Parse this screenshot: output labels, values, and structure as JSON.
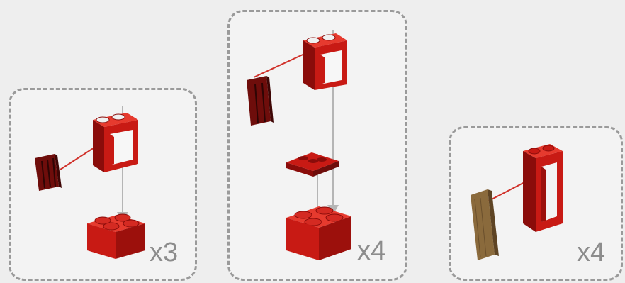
{
  "steps": [
    {
      "quantity": "x3"
    },
    {
      "quantity": "x4"
    },
    {
      "quantity": "x4"
    }
  ],
  "colors": {
    "brick_red": "#c81a14",
    "brick_dark": "#8a0c0a",
    "brick_light": "#e63a2e",
    "shutter_dark": "#6e0d0b",
    "door_tan": "#8a6a3c",
    "guide_line": "#d0312a",
    "arrow_grey": "#b5b5b5",
    "panel_border": "#9a9a9a"
  },
  "icons": [
    "window-frame-icon",
    "shutter-icon",
    "brick-2x2-icon",
    "plate-1x2-icon",
    "door-frame-icon",
    "door-panel-icon",
    "down-arrow-icon"
  ]
}
